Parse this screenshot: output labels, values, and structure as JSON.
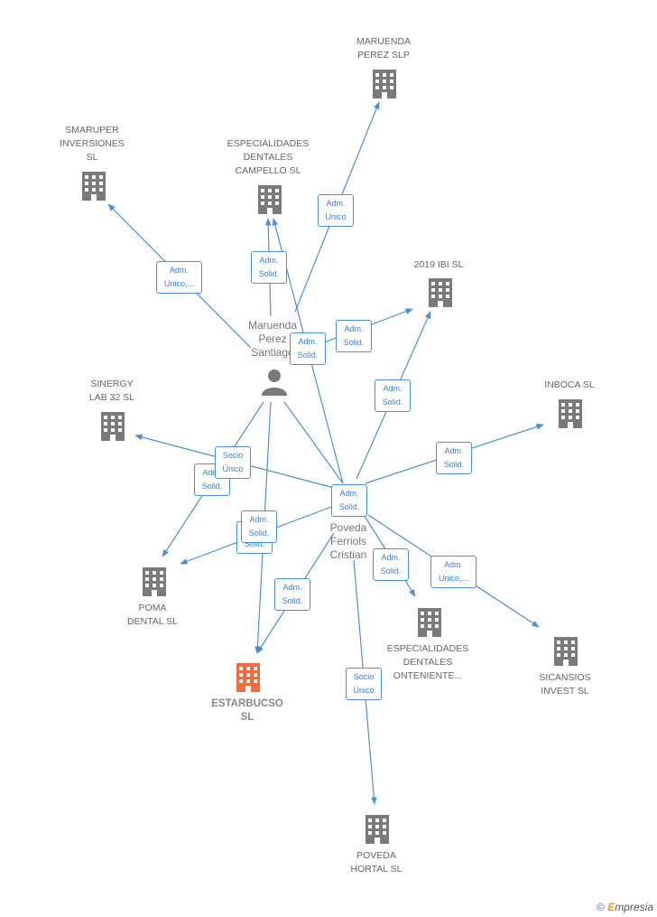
{
  "nodes": {
    "maruenda_perez_slp": {
      "label": "MARUENDA\nPEREZ  SLP"
    },
    "smaruper": {
      "label": "SMARUPER\nINVERSIONES\nSL"
    },
    "especialidades_campello": {
      "label": "ESPECIALIDADES\nDENTALES\nCAMPELLO  SL"
    },
    "ibi_2019": {
      "label": "2019 IBI  SL"
    },
    "inboca": {
      "label": "INBOCA  SL"
    },
    "sinergy": {
      "label": "SINERGY\nLAB 32  SL"
    },
    "poma": {
      "label": "POMA\nDENTAL  SL"
    },
    "estarbucso": {
      "label": "ESTARBUCSO\nSL"
    },
    "especialidades_ontenie": {
      "label": "ESPECIALIDADES\nDENTALES\nONTENIENTE..."
    },
    "sicansios": {
      "label": "SICANSIOS\nINVEST  SL"
    },
    "poveda_hortal": {
      "label": "POVEDA\nHORTAL  SL"
    }
  },
  "persons": {
    "maruenda_santiago": {
      "label": "Maruenda\nPerez\nSantiago"
    },
    "poveda_cristian": {
      "label": "Poveda\nFerriols\nCristian"
    }
  },
  "edge_labels": {
    "m_to_maruenda_slp": "Adm.\nUnico",
    "m_to_smaruper": "Adm.\nUnico,...",
    "m_to_campello": "Adm.\nSolid.",
    "m_to_ibi": "Adm.\nSolid.",
    "c_to_campello": "Adm.\nSolid.",
    "m_to_sinergy": "Socio\nÚnico",
    "m_to_poma": "Adm.\nSolid.",
    "c_to_ibi": "Adm.\nSolid.",
    "c_to_inboca": "Adm.\nSolid.",
    "c_center": "Adm.\nSolid.",
    "c_to_poma_a": "Adm.\nSolid.",
    "c_to_poma_b": "Adm.\nSolid.",
    "c_to_estarbucso": "Adm.\nSolid.",
    "c_to_ontenie": "Adm.\nSolid.",
    "c_to_sicansios": "Adm.\nUnico,...",
    "c_to_hortal": "Socio\nÚnico"
  },
  "colors": {
    "edge": "#4a90d9",
    "building": "#7a7a7a",
    "building_main": "#f26a3d",
    "person": "#7a7a7a"
  },
  "icons": {
    "company": "building-icon",
    "person": "person-icon"
  },
  "footer": {
    "copyright_symbol": "©",
    "brand_e": "E",
    "brand_rest": "mpresia"
  }
}
